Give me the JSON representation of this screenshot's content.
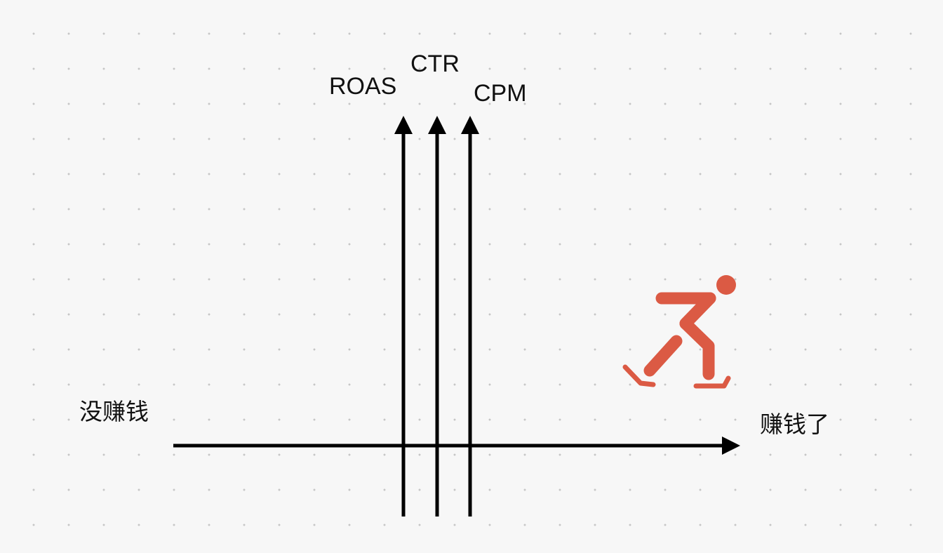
{
  "labels": {
    "roas": "ROAS",
    "ctr": "CTR",
    "cpm": "CPM",
    "left": "没赚钱",
    "right": "赚钱了"
  },
  "icons": {
    "skater": "ice-skater-icon"
  },
  "colors": {
    "axis": "#000000",
    "accent": "#db5a44",
    "background": "#f7f7f7"
  }
}
